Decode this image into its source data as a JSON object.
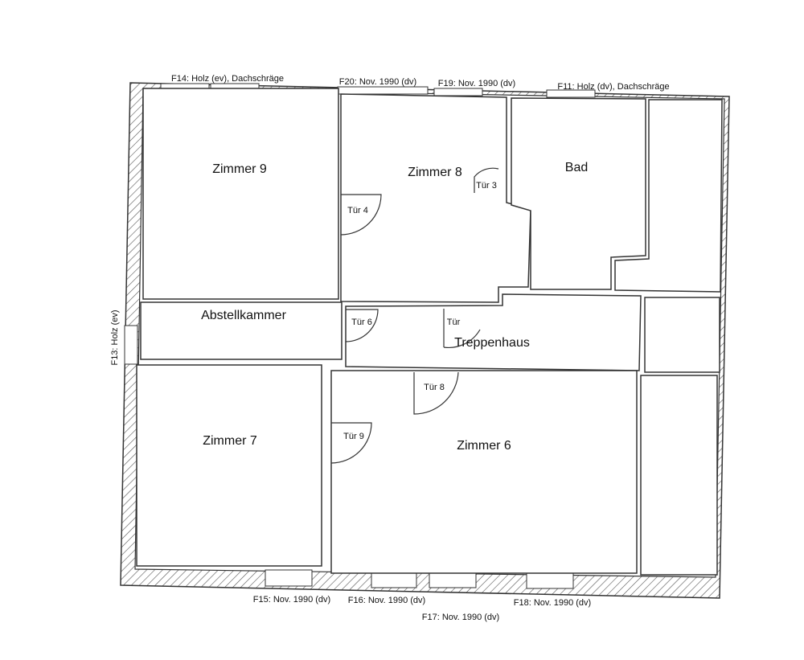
{
  "rooms": {
    "zimmer9": "Zimmer 9",
    "zimmer8": "Zimmer 8",
    "bad": "Bad",
    "abstellkammer": "Abstellkammer",
    "treppenhaus": "Treppenhaus",
    "zimmer7": "Zimmer 7",
    "zimmer6": "Zimmer 6"
  },
  "doors": {
    "tuer3": "Tür 3",
    "tuer4": "Tür 4",
    "tuer6": "Tür 6",
    "tuer_treppe": "Tür",
    "tuer8": "Tür 8",
    "tuer9": "Tür 9"
  },
  "windows": {
    "f14": "F14: Holz (ev), Dachschräge",
    "f20": "F20: Nov. 1990 (dv)",
    "f19": "F19: Nov. 1990 (dv)",
    "f11": "F11: Holz (dv), Dachschräge",
    "f13": "F13: Holz (ev)",
    "f15": "F15: Nov. 1990 (dv)",
    "f16": "F16: Nov. 1990 (dv)",
    "f17": "F17: Nov. 1990 (dv)",
    "f18": "F18: Nov. 1990 (dv)"
  },
  "colors": {
    "wall": "#333333",
    "hatch": "#555555",
    "background": "#ffffff"
  }
}
